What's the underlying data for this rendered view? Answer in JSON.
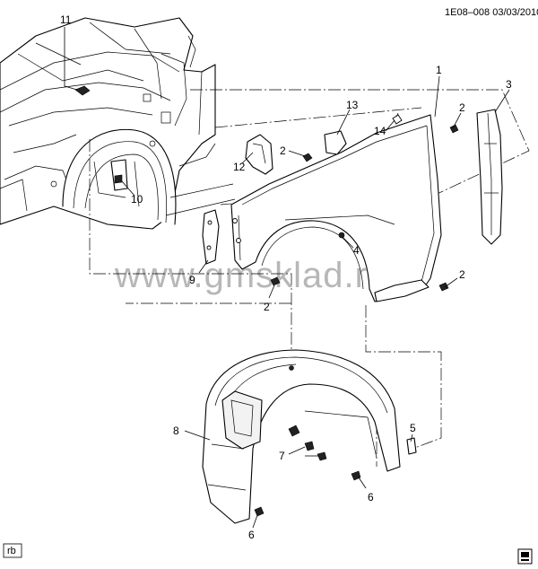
{
  "header": {
    "code": "1E08–008  03/03/2010"
  },
  "watermark": "www.gmsklad.ru",
  "corner_tag": "rb",
  "callouts": {
    "c1": "1",
    "c2a": "2",
    "c2b": "2",
    "c2c": "2",
    "c2d": "2",
    "c3": "3",
    "c4": "4",
    "c5": "5",
    "c6a": "6",
    "c6b": "6",
    "c7": "7",
    "c8": "8",
    "c9": "9",
    "c10": "10",
    "c11": "11",
    "c12": "12",
    "c13": "13",
    "c14": "14"
  }
}
